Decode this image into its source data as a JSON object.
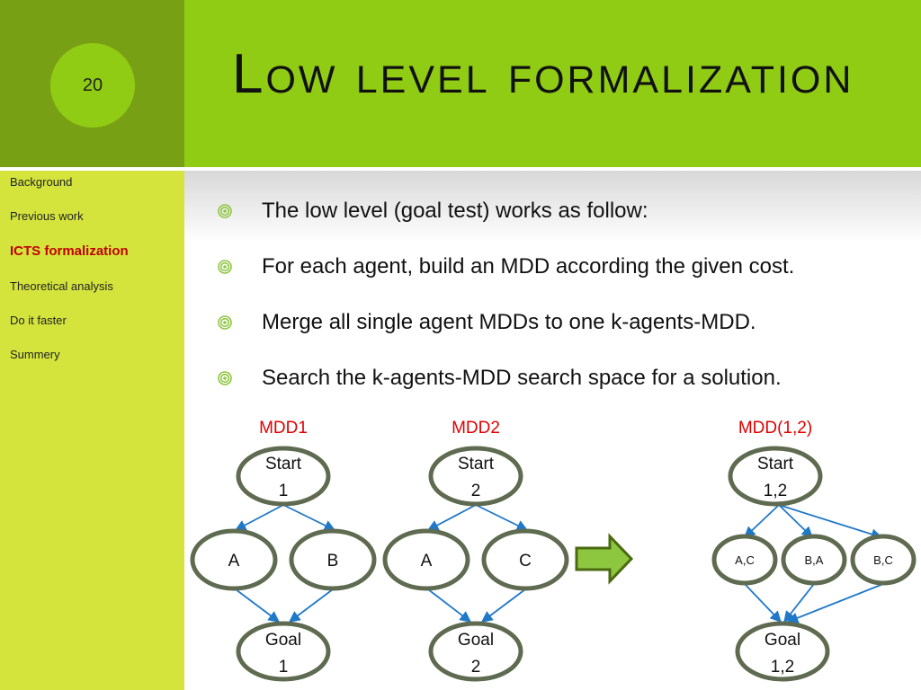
{
  "slide": {
    "number": "20",
    "title": "Low level formalization"
  },
  "sidebar": {
    "items": [
      {
        "label": "Background",
        "active": false
      },
      {
        "label": "Previous work",
        "active": false
      },
      {
        "label": "ICTS formalization",
        "active": true
      },
      {
        "label": "Theoretical analysis",
        "active": false
      },
      {
        "label": "Do it faster",
        "active": false
      },
      {
        "label": "Summery",
        "active": false
      }
    ]
  },
  "bullets": [
    "The low level (goal test) works as follow:",
    "For each agent, build an MDD according the given cost.",
    "Merge all single agent MDDs to one k-agents-MDD.",
    "Search the k-agents-MDD search space for a solution."
  ],
  "diagram": {
    "mdd1": {
      "label": "MDD1",
      "start": [
        "Start",
        "1"
      ],
      "nodes": [
        "A",
        "B"
      ],
      "goal": [
        "Goal",
        "1"
      ]
    },
    "mdd2": {
      "label": "MDD2",
      "start": [
        "Start",
        "2"
      ],
      "nodes": [
        "A",
        "C"
      ],
      "goal": [
        "Goal",
        "2"
      ]
    },
    "merged": {
      "label": "MDD(1,2)",
      "start": [
        "Start",
        "1,2"
      ],
      "nodes": [
        "A,C",
        "B,A",
        "B,C"
      ],
      "goal": [
        "Goal",
        "1,2"
      ]
    }
  },
  "colors": {
    "sidebar_top": "#78a014",
    "sidebar_bottom": "#d4e43c",
    "header": "#90cc14",
    "active_nav": "#c00000",
    "mdd_label": "#e00000",
    "node_stroke": "#5f6b50",
    "edge": "#1f78c8",
    "arrow_fill": "#8dc63f",
    "arrow_stroke": "#4a6a10"
  }
}
